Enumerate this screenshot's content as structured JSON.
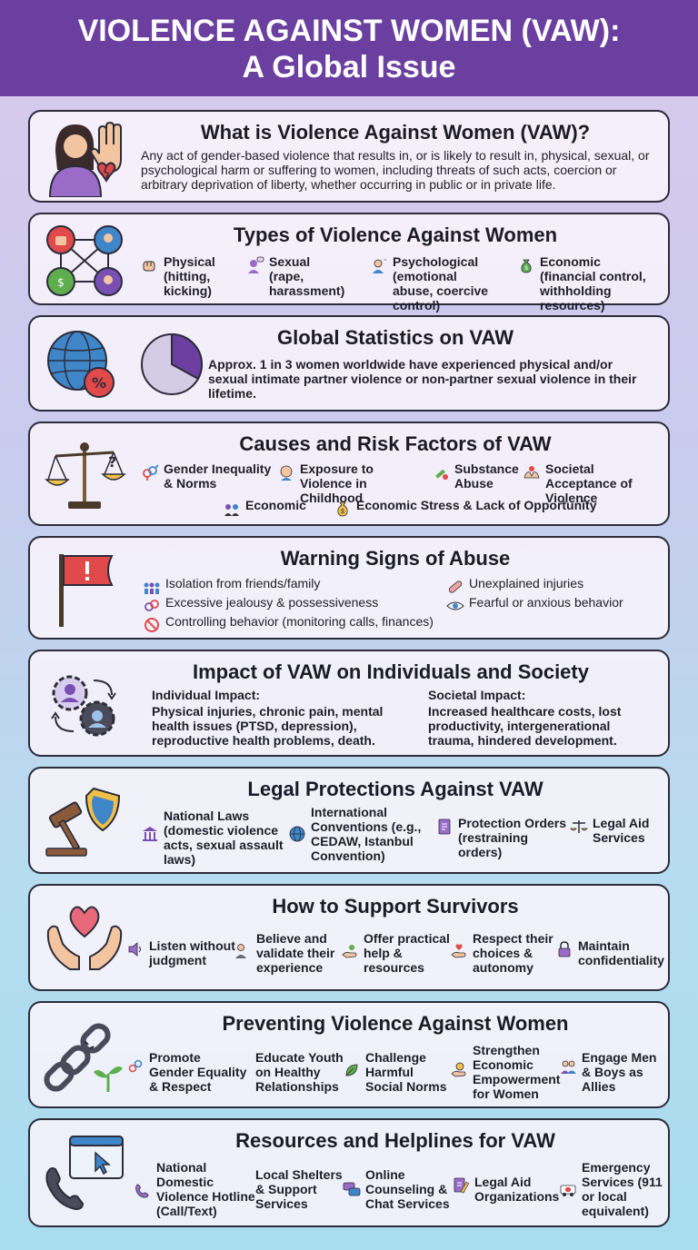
{
  "header": {
    "title_line1": "VIOLENCE AGAINST WOMEN (VAW):",
    "title_line2": "A Global Issue"
  },
  "what_is": {
    "title": "What is Violence Against Women (VAW)?",
    "body": "Any act of gender-based violence that results in, or is likely to result in, physical, sexual, or psychological harm or suffering to women, including threats of such acts, coercion or arbitrary deprivation of liberty, whether occurring in public or in private life."
  },
  "types": {
    "title": "Types of Violence Against Women",
    "items": [
      {
        "name": "Physical",
        "detail": "(hitting, kicking)"
      },
      {
        "name": "Sexual",
        "detail": "(rape, harassment)"
      },
      {
        "name": "Psychological",
        "detail": "(emotional abuse, coercive control)"
      },
      {
        "name": "Economic",
        "detail": "(financial control, withholding resources)"
      }
    ]
  },
  "stats": {
    "title": "Global Statistics on VAW",
    "body": "Approx. 1 in 3 women worldwide have experienced physical and/or sexual intimate partner violence or non-partner sexual violence in their lifetime.",
    "pie_fraction": 0.33
  },
  "causes": {
    "title": "Causes and Risk Factors of VAW",
    "items": [
      "Gender Inequality & Norms",
      "Exposure to Violence in Childhood",
      "Substance Abuse",
      "Societal Acceptance of Violence",
      "Economic",
      "Economic Stress & Lack of Opportunity"
    ]
  },
  "warning": {
    "title": "Warning Signs of Abuse",
    "items": [
      "Isolation from friends/family",
      "Excessive jealousy & possessiveness",
      "Controlling behavior (monitoring calls, finances)",
      "Unexplained injuries",
      "Fearful or anxious behavior"
    ]
  },
  "impact": {
    "title": "Impact of VAW on Individuals and Society",
    "individual_heading": "Individual Impact:",
    "individual_body": "Physical injuries, chronic pain, mental health issues (PTSD, depression), reproductive health problems, death.",
    "societal_heading": "Societal Impact:",
    "societal_body": "Increased healthcare costs, lost productivity, intergenerational trauma, hindered development."
  },
  "legal": {
    "title": "Legal Protections Against VAW",
    "items": [
      "National Laws (domestic violence acts, sexual assault laws)",
      "International Conventions (e.g., CEDAW, Istanbul Convention)",
      "Protection Orders (restraining orders)",
      "Legal Aid Services"
    ]
  },
  "support": {
    "title": "How to Support Survivors",
    "items": [
      "Listen without judgment",
      "Believe and validate their experience",
      "Offer practical help & resources",
      "Respect their choices & autonomy",
      "Maintain confidentiality"
    ]
  },
  "prevent": {
    "title": "Preventing Violence Against Women",
    "items": [
      "Promote Gender Equality & Respect",
      "Educate Youth on Healthy Relationships",
      "Challenge Harmful Social Norms",
      "Strengthen Economic Empowerment for Women",
      "Engage Men & Boys as Allies"
    ]
  },
  "resources": {
    "title": "Resources and Helplines for VAW",
    "items": [
      "National Domestic Violence Hotline (Call/Text)",
      "Local Shelters & Support Services",
      "Online Counseling & Chat Services",
      "Legal Aid Organizations",
      "Emergency Services (911 or local equivalent)"
    ]
  },
  "colors": {
    "header_bg": "#6b3fa0",
    "accent_purple": "#7a4fb4",
    "accent_red": "#e04a4a",
    "accent_green": "#5fae4e",
    "accent_blue": "#3f86c9"
  }
}
